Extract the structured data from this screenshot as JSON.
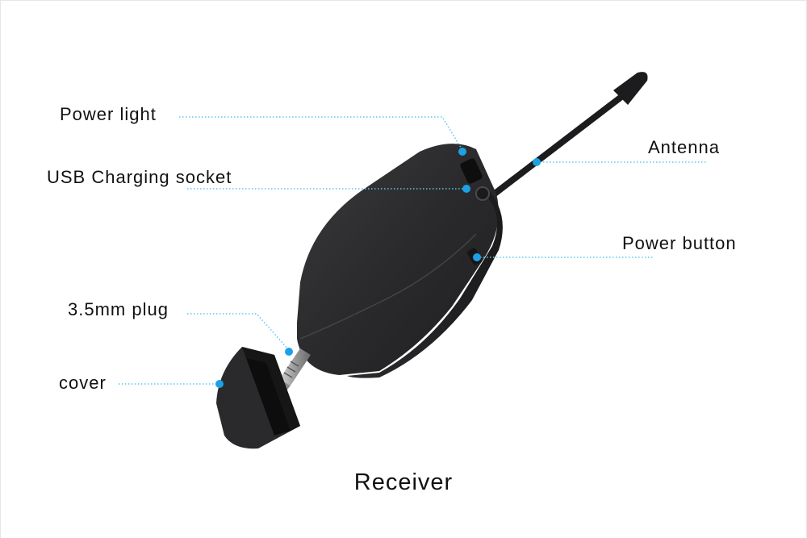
{
  "labels": {
    "power_light": "Power light",
    "usb_charging_socket": "USB Charging socket",
    "antenna": "Antenna",
    "power_button": "Power button",
    "plug": "3.5mm plug",
    "cover": "cover"
  },
  "caption": "Receiver",
  "colors": {
    "leader_line": "#5bc8ef",
    "leader_dot": "#1da1e6",
    "device_body": "#2b2b2d",
    "device_edge": "#3a3a3c",
    "text": "#111111"
  }
}
